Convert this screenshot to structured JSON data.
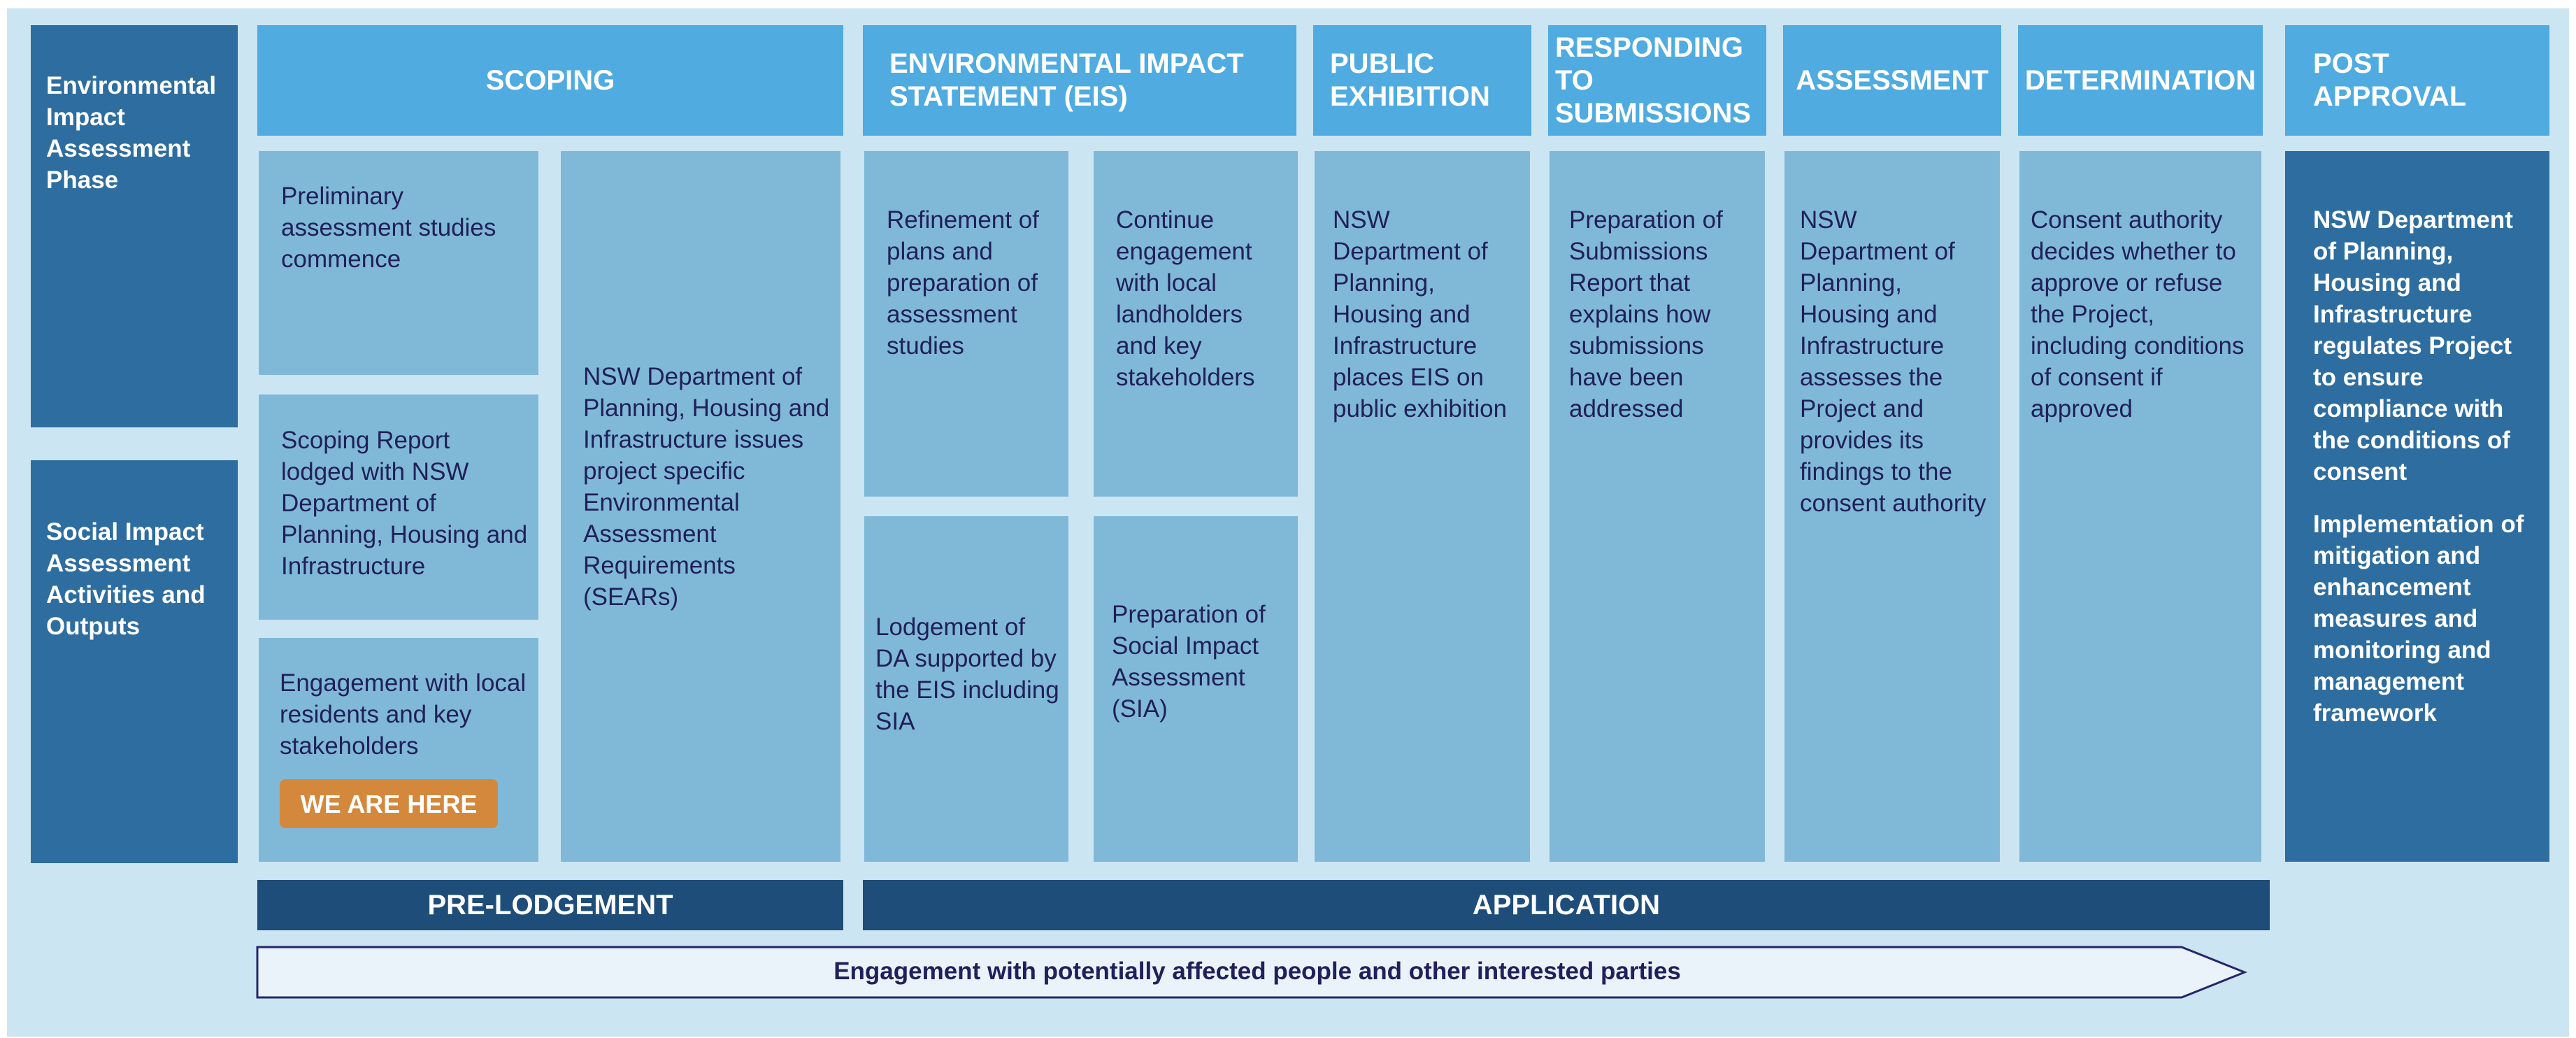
{
  "row_labels": {
    "eia_phase": "Environmental Impact Assessment Phase",
    "sia_activities": "Social Impact Assessment Activities and Outputs"
  },
  "phases": {
    "scoping": "SCOPING",
    "eis": "ENVIRONMENTAL IMPACT STATEMENT (EIS)",
    "public_exhibition": "PUBLIC EXHIBITION",
    "responding": "RESPONDING TO SUBMISSIONS",
    "assessment": "ASSESSMENT",
    "determination": "DETERMINATION",
    "post_approval": "POST APPROVAL"
  },
  "activities": {
    "preliminary": "Preliminary assessment studies commence",
    "scoping_report": "Scoping Report lodged with NSW Department of Planning, Housing and Infrastructure",
    "engagement_local": "Engagement with local residents and key stakeholders",
    "we_are_here": "WE ARE HERE",
    "sears": "NSW Department of Planning, Housing and Infrastructure issues project specific Environmental Assessment Requirements (SEARs)",
    "refinement": "Refinement of plans and preparation of assessment studies",
    "continue_engagement": "Continue engagement with local landholders and key stakeholders",
    "lodgement": "Lodgement of DA supported by the EIS including SIA",
    "sia_prep": "Preparation of Social Impact Assessment (SIA)",
    "exhibition": "NSW Department of Planning, Housing and Infrastructure places EIS on public exhibition",
    "submissions_report": "Preparation of Submissions Report that explains how submissions have been addressed",
    "assesses": "NSW Department of Planning, Housing and Infrastructure assesses the Project and provides its findings to the consent authority",
    "consent": "Consent authority decides whether to approve or refuse the Project, including conditions of consent if approved",
    "regulates": "NSW Department of Planning, Housing and Infrastructure regulates Project to ensure compliance with the conditions of consent",
    "implementation": "Implementation of mitigation and enhancement measures and monitoring and management framework"
  },
  "stages": {
    "pre_lodgement": "PRE-LODGEMENT",
    "application": "APPLICATION"
  },
  "engagement_arrow": "Engagement with potentially affected people and other interested parties",
  "colors": {
    "background": "#cce5f2",
    "header": "#4fabe0",
    "cell": "#80b9d7",
    "dark_panel": "#2e6da0",
    "stage_bar": "#1e4d7a",
    "badge": "#d4883c",
    "text_dark": "#20205a"
  }
}
